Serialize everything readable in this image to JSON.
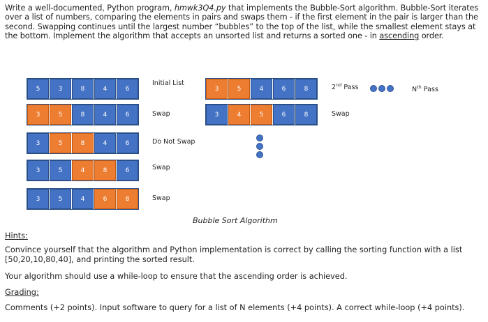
{
  "intro": {
    "text_a": "Write a well-documented, Python program, ",
    "filename": "hmwk3Q4.py",
    "text_b": " that implements the Bubble-Sort algorithm. Bubble-Sort iterates over a list of numbers, comparing the elements in pairs and swaps them - if the first element in the pair is larger than the second. Swapping continues until the largest number “bubbles” to the top of the list, while the smallest element stays at the bottom. Implement the algorithm that accepts an unsorted list and returns a sorted one - in ",
    "ascending": "ascending",
    "text_c": " order."
  },
  "diagram": {
    "rows": [
      {
        "cells": [
          "5",
          "3",
          "8",
          "4",
          "6"
        ],
        "orange": [],
        "label": "Initial List"
      },
      {
        "cells": [
          "3",
          "5",
          "8",
          "4",
          "6"
        ],
        "orange": [
          0,
          1
        ],
        "label": "Swap"
      },
      {
        "cells": [
          "3",
          "5",
          "8",
          "4",
          "6"
        ],
        "orange": [
          1,
          2
        ],
        "label": "Do Not Swap"
      },
      {
        "cells": [
          "3",
          "5",
          "4",
          "8",
          "6"
        ],
        "orange": [
          2,
          3
        ],
        "label": "Swap"
      },
      {
        "cells": [
          "3",
          "5",
          "4",
          "6",
          "8"
        ],
        "orange": [
          3,
          4
        ],
        "label": "Swap"
      }
    ],
    "pass_rows": [
      {
        "cells": [
          "3",
          "5",
          "4",
          "6",
          "8"
        ],
        "orange": [
          0,
          1
        ]
      },
      {
        "cells": [
          "3",
          "4",
          "5",
          "6",
          "8"
        ],
        "orange": [
          1,
          2
        ]
      }
    ],
    "second_pass_prefix": "2",
    "second_pass_sup": "nd",
    "second_pass_suffix": " Pass",
    "swap_label": "Swap",
    "nth_prefix": "N",
    "nth_sup": "th",
    "nth_suffix": " Pass",
    "caption": "Bubble Sort Algorithm"
  },
  "hints": {
    "heading": "Hints:",
    "line1": "Convince yourself that the algorithm and Python implementation is correct by calling the sorting function with a list [50,20,10,80,40], and printing the sorted result.",
    "line2": "Your algorithm should use a while-loop to ensure that the ascending order is achieved."
  },
  "grading": {
    "heading": "Grading:",
    "line": "Comments (+2 points). Input software to query for a list of N elements (+4 points). A correct while-loop (+4 points)."
  },
  "colors": {
    "blue": "#4472c4",
    "orange": "#ed7d31"
  }
}
